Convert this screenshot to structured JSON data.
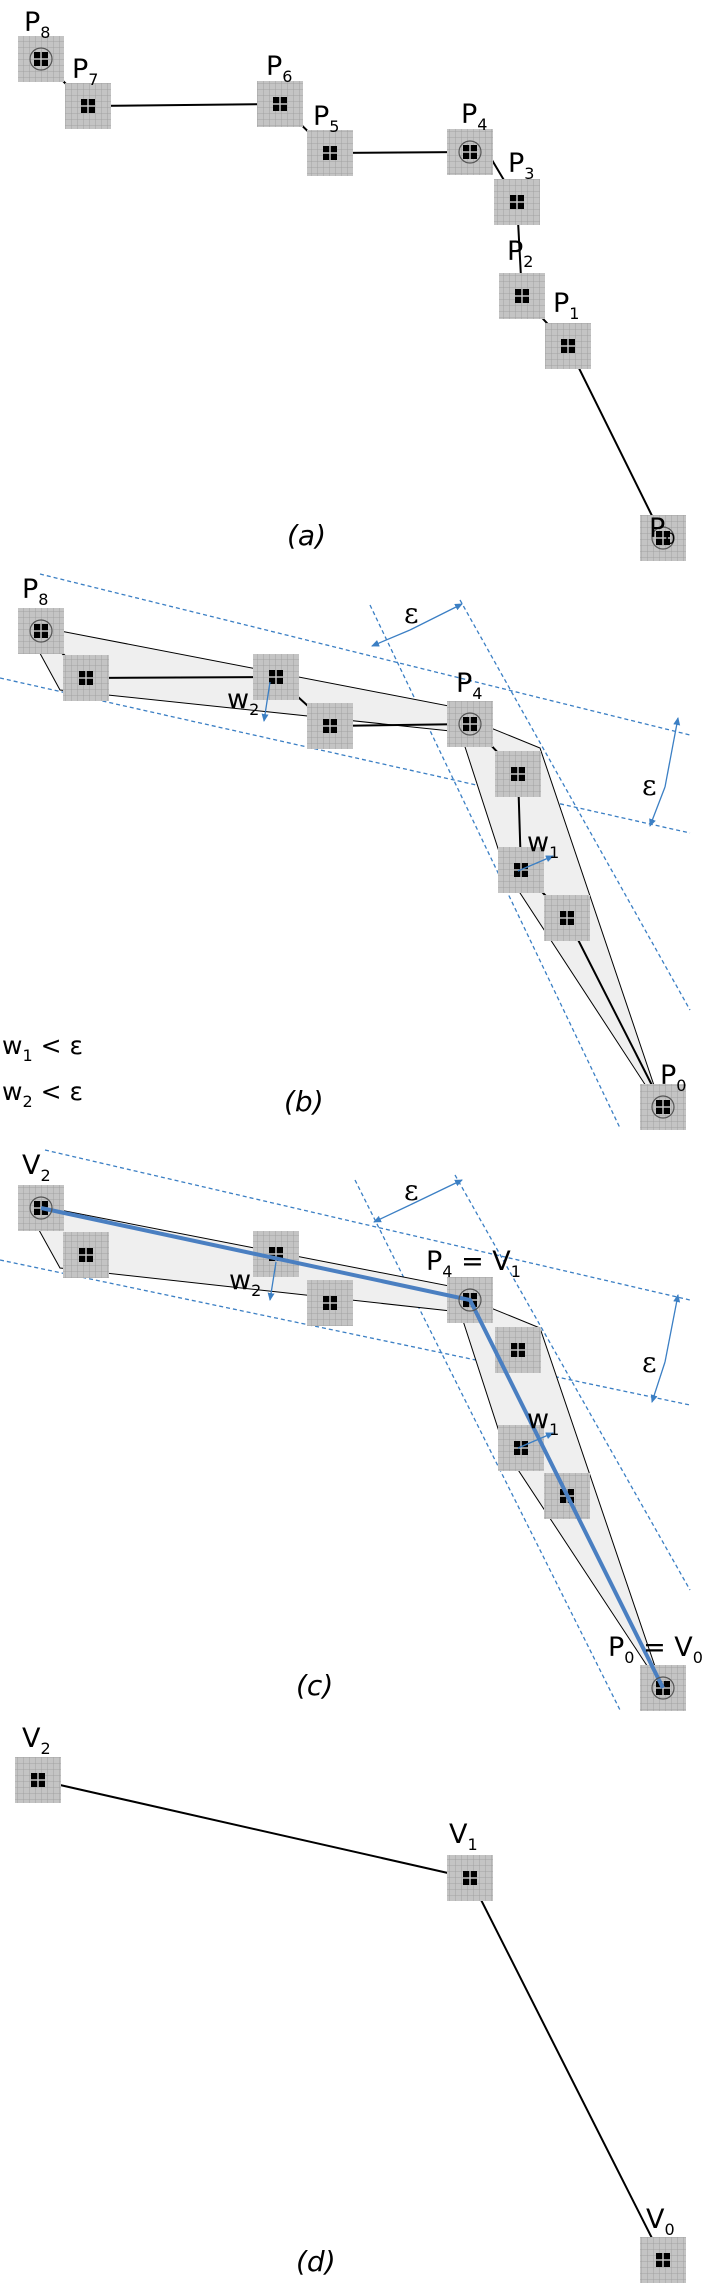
{
  "colors": {
    "pixel_fill": "#c4c4c4",
    "pixel_grid": "#9a9a9a",
    "pixel_core": "#000000",
    "band_fill": "#efefef",
    "polyline": "#000000",
    "guide_blue": "#3b7fc4",
    "approx_blue": "#4a7fc1"
  },
  "panels": {
    "a": {
      "caption": "(a)",
      "points": [
        {
          "main": "P",
          "sub": "0"
        },
        {
          "main": "P",
          "sub": "1"
        },
        {
          "main": "P",
          "sub": "2"
        },
        {
          "main": "P",
          "sub": "3"
        },
        {
          "main": "P",
          "sub": "4"
        },
        {
          "main": "P",
          "sub": "5"
        },
        {
          "main": "P",
          "sub": "6"
        },
        {
          "main": "P",
          "sub": "7"
        },
        {
          "main": "P",
          "sub": "8"
        }
      ]
    },
    "b": {
      "caption": "(b)",
      "labels": {
        "p8": {
          "main": "P",
          "sub": "8"
        },
        "p4": {
          "main": "P",
          "sub": "4"
        },
        "p0": {
          "main": "P",
          "sub": "0"
        },
        "w1": {
          "main": "w",
          "sub": "1"
        },
        "w2": {
          "main": "w",
          "sub": "2"
        },
        "eps_top": "ε",
        "eps_right": "ε"
      },
      "conditions": [
        {
          "main": "w",
          "sub": "1",
          "rest": " < ε"
        },
        {
          "main": "w",
          "sub": "2",
          "rest": " < ε"
        }
      ]
    },
    "c": {
      "caption": "(c)",
      "labels": {
        "v2": {
          "main": "V",
          "sub": "2"
        },
        "p4v1": {
          "main": "P",
          "sub": "4",
          "eq": " = V",
          "sub2": "1"
        },
        "p0v0": {
          "main": "P",
          "sub": "0",
          "eq": " = V",
          "sub2": "0"
        },
        "w1": {
          "main": "w",
          "sub": "1"
        },
        "w2": {
          "main": "w",
          "sub": "2"
        },
        "eps_top": "ε",
        "eps_right": "ε"
      }
    },
    "d": {
      "caption": "(d)",
      "labels": {
        "v2": {
          "main": "V",
          "sub": "2"
        },
        "v1": {
          "main": "V",
          "sub": "1"
        },
        "v0": {
          "main": "V",
          "sub": "0"
        }
      }
    }
  }
}
